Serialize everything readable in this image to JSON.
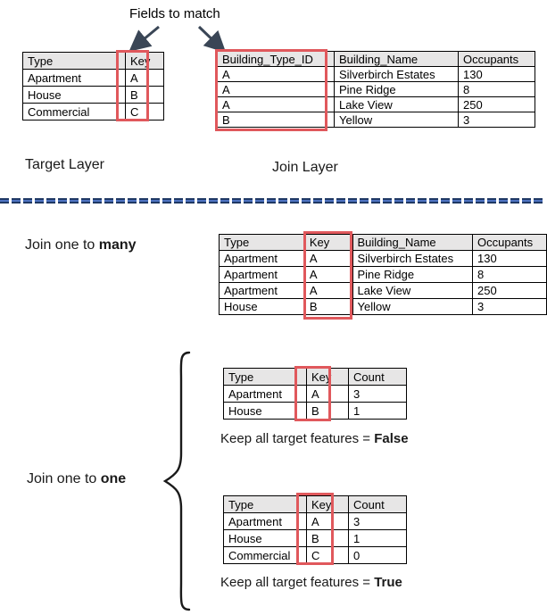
{
  "title": "Fields to match",
  "section_top": {
    "target_layer_label": "Target Layer",
    "join_layer_label": "Join Layer",
    "target_table": {
      "headers": [
        "Type",
        "Key"
      ],
      "rows": [
        [
          "Apartment",
          "A"
        ],
        [
          "House",
          "B"
        ],
        [
          "Commercial",
          "C"
        ]
      ]
    },
    "join_table": {
      "headers": [
        "Building_Type_ID",
        "Building_Name",
        "Occupants"
      ],
      "rows": [
        [
          "A",
          "Silverbirch Estates",
          "130"
        ],
        [
          "A",
          "Pine Ridge",
          "8"
        ],
        [
          "A",
          "Lake View",
          "250"
        ],
        [
          "B",
          "Yellow",
          "3"
        ]
      ]
    }
  },
  "one_to_many": {
    "label_prefix": "Join one to ",
    "label_bold": "many",
    "table": {
      "headers": [
        "Type",
        "Key",
        "Building_Name",
        "Occupants"
      ],
      "rows": [
        [
          "Apartment",
          "A",
          "Silverbirch Estates",
          "130"
        ],
        [
          "Apartment",
          "A",
          "Pine Ridge",
          "8"
        ],
        [
          "Apartment",
          "A",
          "Lake View",
          "250"
        ],
        [
          "House",
          "B",
          "Yellow",
          "3"
        ]
      ]
    }
  },
  "one_to_one": {
    "label_prefix": "Join one to ",
    "label_bold": "one",
    "false_case": {
      "table": {
        "headers": [
          "Type",
          "Key",
          "Count"
        ],
        "rows": [
          [
            "Apartment",
            "A",
            "3"
          ],
          [
            "House",
            "B",
            "1"
          ]
        ]
      },
      "caption_prefix": "Keep all target features = ",
      "caption_bold": "False"
    },
    "true_case": {
      "table": {
        "headers": [
          "Type",
          "Key",
          "Count"
        ],
        "rows": [
          [
            "Apartment",
            "A",
            "3"
          ],
          [
            "House",
            "B",
            "1"
          ],
          [
            "Commercial",
            "C",
            "0"
          ]
        ]
      },
      "caption_prefix": "Keep all target features = ",
      "caption_bold": "True"
    }
  },
  "colors": {
    "highlight_red": "#e0585c",
    "table_header_gray": "#e7e6e6",
    "arrow_slate": "#3a4656",
    "divider_dark_blue": "#1f3864",
    "divider_light_blue": "#4f74c2"
  }
}
